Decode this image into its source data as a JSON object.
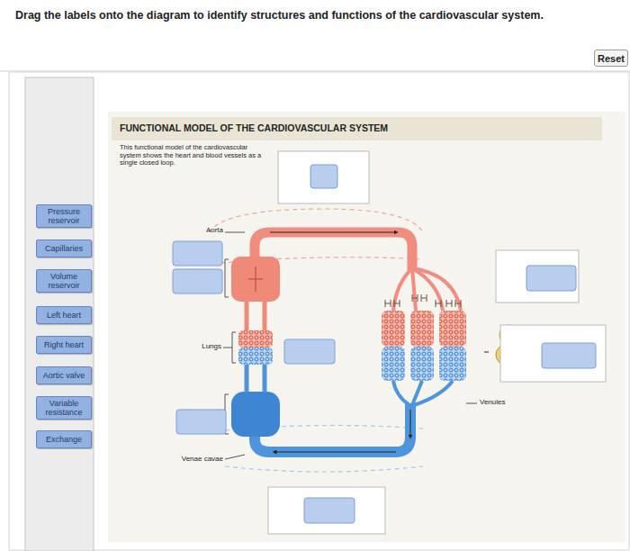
{
  "diagram": {
    "title": "Drag the labels onto the diagram to identify structures and functions of the cardiovascular system.",
    "nodes": [
      {
        "text": [
          "Reset"
        ]
      },
      {
        "text": [
          "Pressure reservoir"
        ]
      },
      {
        "text": [
          "Capillaries"
        ]
      },
      {
        "text": [
          "Volume reservoir"
        ]
      },
      {
        "text": [
          "Left heart"
        ]
      },
      {
        "text": [
          "Right heart"
        ]
      },
      {
        "text": [
          "Aortic valve"
        ]
      },
      {
        "text": [
          "Variable resistance"
        ]
      },
      {
        "text": [
          "Exchange"
        ]
      }
    ],
    "labels": [
      "FUNCTIONAL MODEL OF THE CARDIOVASCULAR SYSTEM",
      "This functional model of the cardiovascular system shows the heart and blood vessels as a single closed loop.",
      "Aorta",
      "Lungs",
      "Venules",
      "Venae cavae"
    ]
  }
}
